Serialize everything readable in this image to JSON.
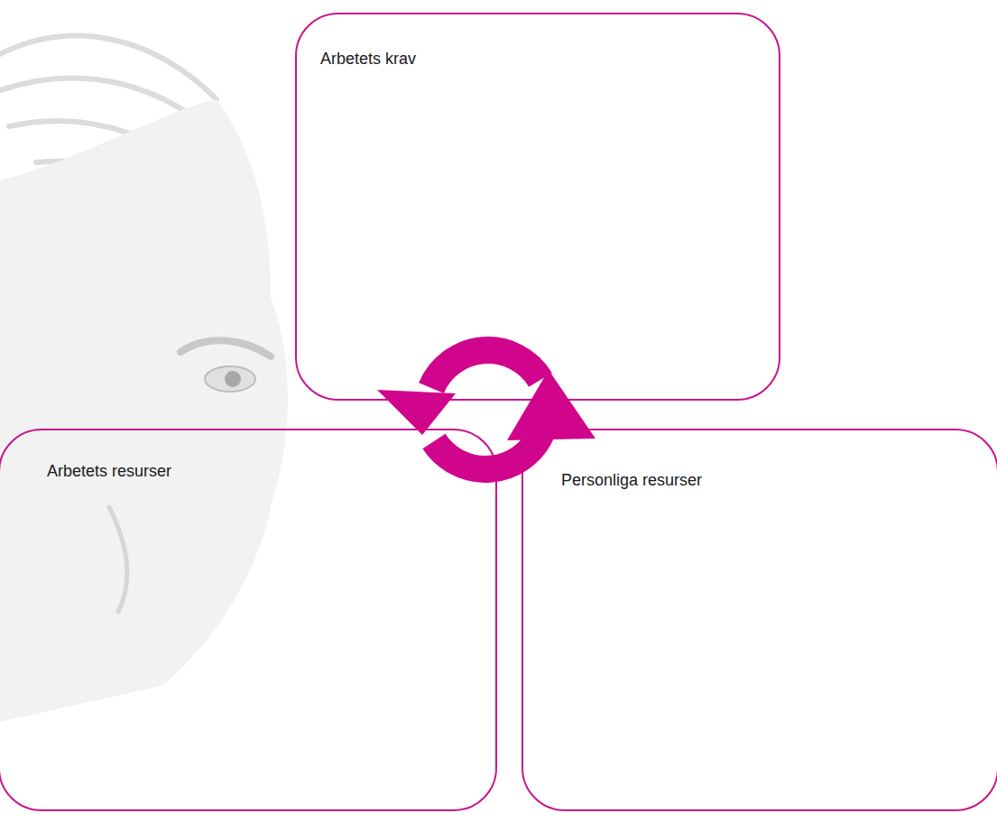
{
  "diagram": {
    "nodes": [
      {
        "text": [
          "Arbetets krav"
        ]
      },
      {
        "text": [
          "Arbetets resurser"
        ]
      },
      {
        "text": [
          "Personliga resurser"
        ]
      }
    ]
  }
}
